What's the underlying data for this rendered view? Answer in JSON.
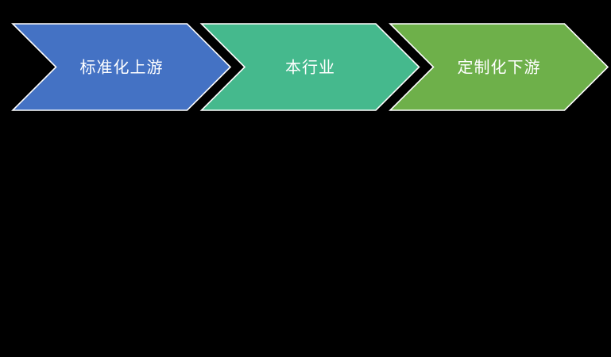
{
  "diagram": {
    "steps": [
      {
        "label": "标准化上游",
        "fill": "#4472C4"
      },
      {
        "label": "本行业",
        "fill": "#45B98D"
      },
      {
        "label": "定制化下游",
        "fill": "#6EB04A"
      }
    ]
  },
  "colors": {
    "background": "#000000",
    "outline": "#FFFFFF",
    "text": "#FFFFFF"
  }
}
